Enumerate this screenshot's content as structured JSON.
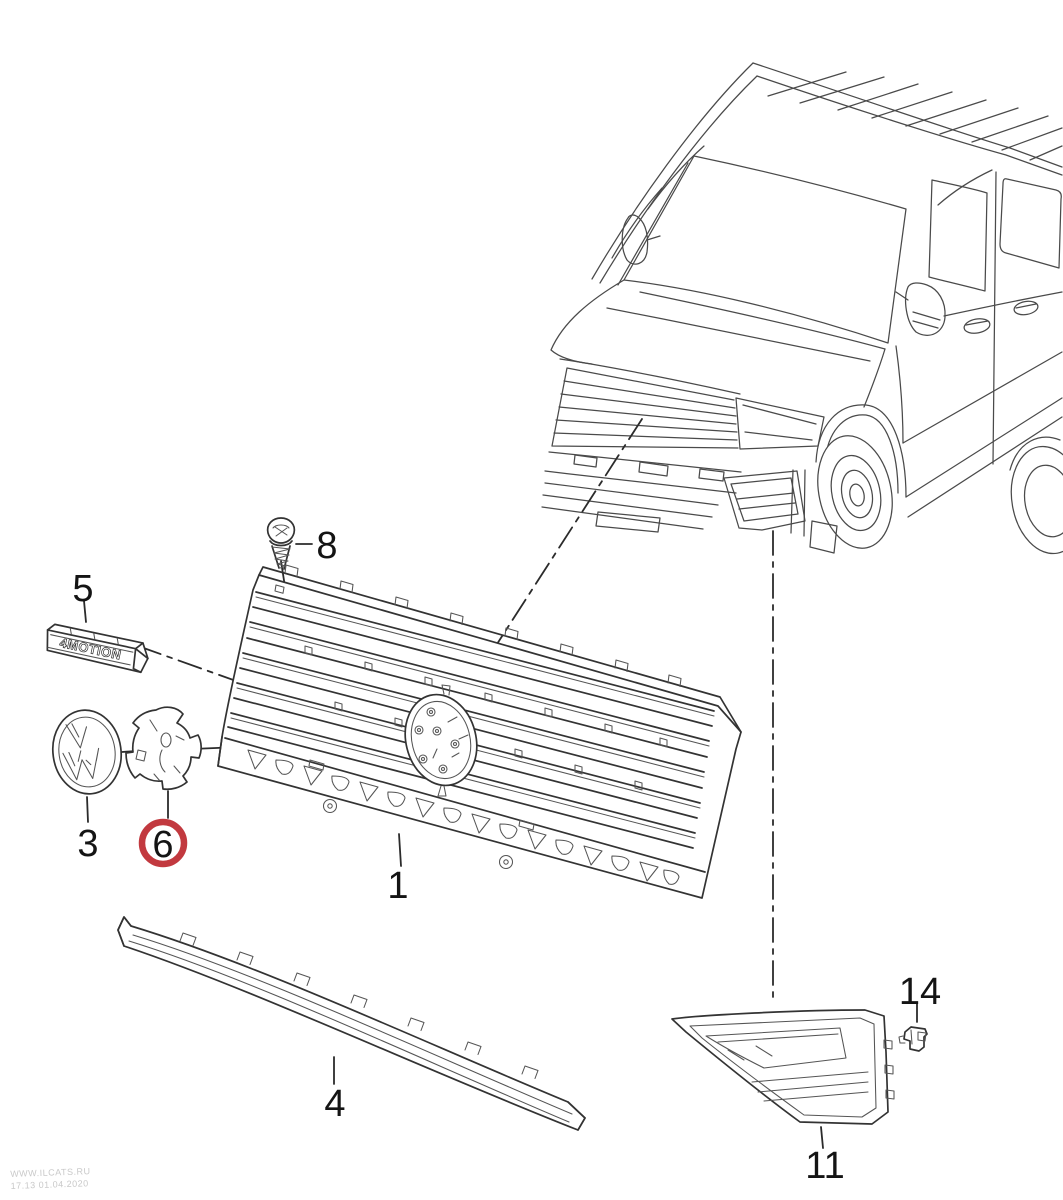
{
  "watermark": {
    "line1": "WWW.ILCATS.RU",
    "line2": "17.13 01.04.2020"
  },
  "badge": {
    "text": "4MOTION"
  },
  "colors": {
    "line": "#333333",
    "van_line": "#4a4a4a",
    "label": "#141414",
    "highlight_ring": "#c2393f",
    "background": "#ffffff"
  },
  "parts": {
    "grille": {
      "label": "1"
    },
    "emblem": {
      "label": "3"
    },
    "trim_strip": {
      "label": "4"
    },
    "badge_4motion": {
      "label": "5"
    },
    "emblem_retainer": {
      "label": "6",
      "highlighted": true
    },
    "screw": {
      "label": "8"
    },
    "fog_grille": {
      "label": "11"
    },
    "clip": {
      "label": "14"
    }
  }
}
